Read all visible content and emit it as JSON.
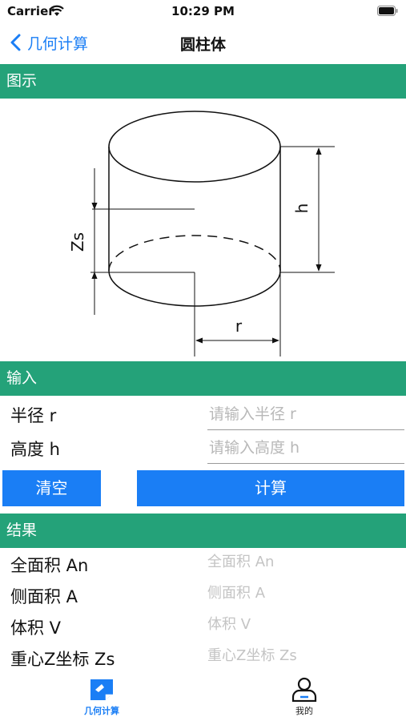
{
  "status": {
    "carrier": "Carrier",
    "time": "10:29 PM"
  },
  "nav": {
    "back_label": "几何计算",
    "title": "圆柱体"
  },
  "sections": {
    "diagram": "图示",
    "input": "输入",
    "result": "结果"
  },
  "diagram": {
    "label_h": "h",
    "label_zs": "Zs",
    "label_r": "r"
  },
  "inputs": [
    {
      "label": "半径 r",
      "placeholder": "请输入半径 r",
      "value": ""
    },
    {
      "label": "高度 h",
      "placeholder": "请输入高度 h",
      "value": ""
    }
  ],
  "buttons": {
    "clear": "清空",
    "calculate": "计算"
  },
  "results": [
    {
      "label": "全面积 An",
      "value": "全面积 An"
    },
    {
      "label": "侧面积 A",
      "value": "侧面积 A"
    },
    {
      "label": "体积 V",
      "value": "体积 V"
    },
    {
      "label": "重心Z坐标 Zs",
      "value": "重心Z坐标 Zs"
    }
  ],
  "tabs": [
    {
      "label": "几何计算",
      "icon": "geometry-icon",
      "active": true
    },
    {
      "label": "我的",
      "icon": "person-icon",
      "active": false
    }
  ],
  "colors": {
    "accent": "#1a7ef5",
    "section": "#24a279",
    "placeholder": "#c4c4c4"
  }
}
